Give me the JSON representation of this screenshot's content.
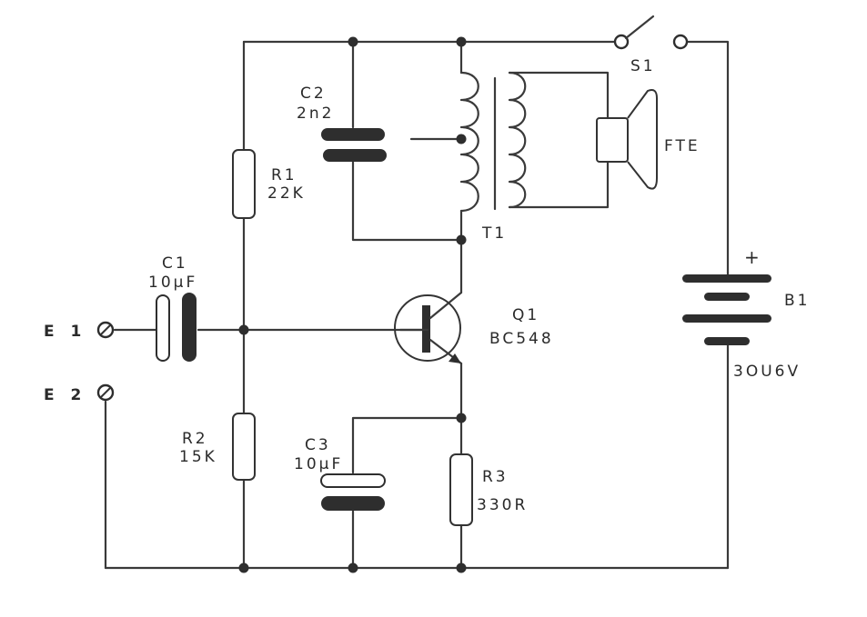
{
  "components": {
    "r1": {
      "ref": "R1",
      "value": "22K"
    },
    "r2": {
      "ref": "R2",
      "value": "15K"
    },
    "r3": {
      "ref": "R3",
      "value": "330R"
    },
    "c1": {
      "ref": "C1",
      "value": "10µF"
    },
    "c2": {
      "ref": "C2",
      "value": "2n2"
    },
    "c3": {
      "ref": "C3",
      "value": "10µF"
    },
    "q1": {
      "ref": "Q1",
      "value": "BC548"
    },
    "t1": {
      "ref": "T1"
    },
    "s1": {
      "ref": "S1"
    },
    "speaker": {
      "ref": "FTE"
    },
    "b1": {
      "ref": "B1",
      "value": "3OU6V",
      "polarity": "+"
    }
  },
  "terminals": {
    "e1": "E 1",
    "e2": "E 2"
  }
}
